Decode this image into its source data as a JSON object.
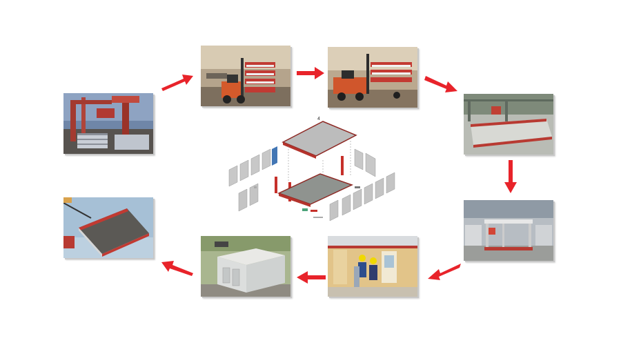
{
  "diagram": {
    "center_label": "4",
    "steps": [
      {
        "id": "step-1",
        "icon": "port-crane-loading-photo"
      },
      {
        "id": "step-2",
        "icon": "forklift-carrying-frames-photo"
      },
      {
        "id": "step-3",
        "icon": "forklift-truck-transport-photo"
      },
      {
        "id": "step-4",
        "icon": "factory-floor-base-frame-photo"
      },
      {
        "id": "step-5",
        "icon": "assembly-structure-indoor-photo"
      },
      {
        "id": "step-6",
        "icon": "workers-installing-panels-photo"
      },
      {
        "id": "step-7",
        "icon": "finished-container-house-photo"
      },
      {
        "id": "step-8",
        "icon": "crane-lifting-container-photo"
      }
    ],
    "arrow_color": "#e8232a",
    "accent_red": "#c8312c"
  }
}
